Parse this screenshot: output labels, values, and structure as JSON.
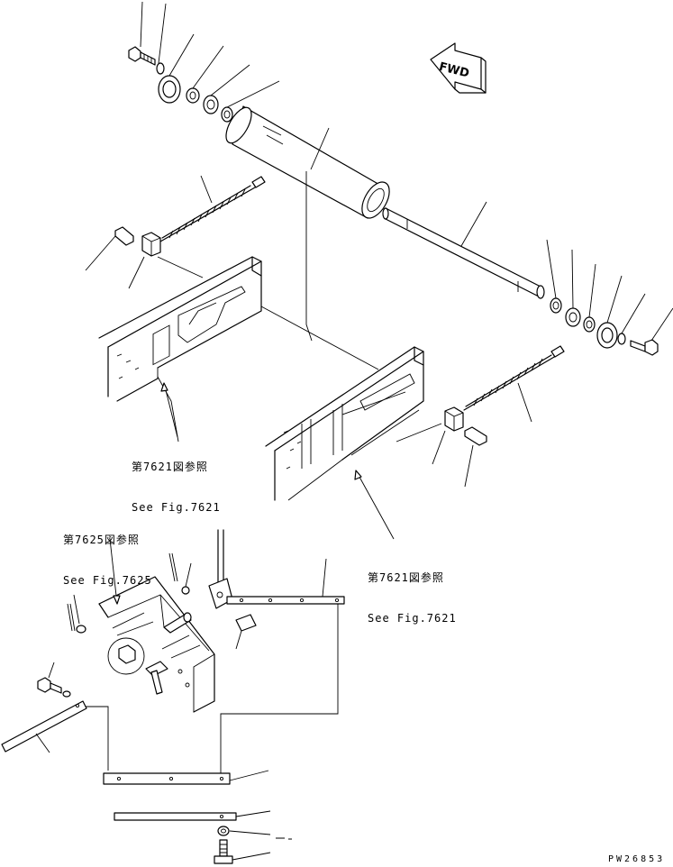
{
  "direction_marker": {
    "text": "FWD"
  },
  "references": [
    {
      "jp": "第7621図参照",
      "en": "See Fig.7621"
    },
    {
      "jp": "第7621図参照",
      "en": "See Fig.7621"
    },
    {
      "jp": "第7625図参照",
      "en": "See Fig.7625"
    }
  ],
  "drawing_code": "PW26853"
}
